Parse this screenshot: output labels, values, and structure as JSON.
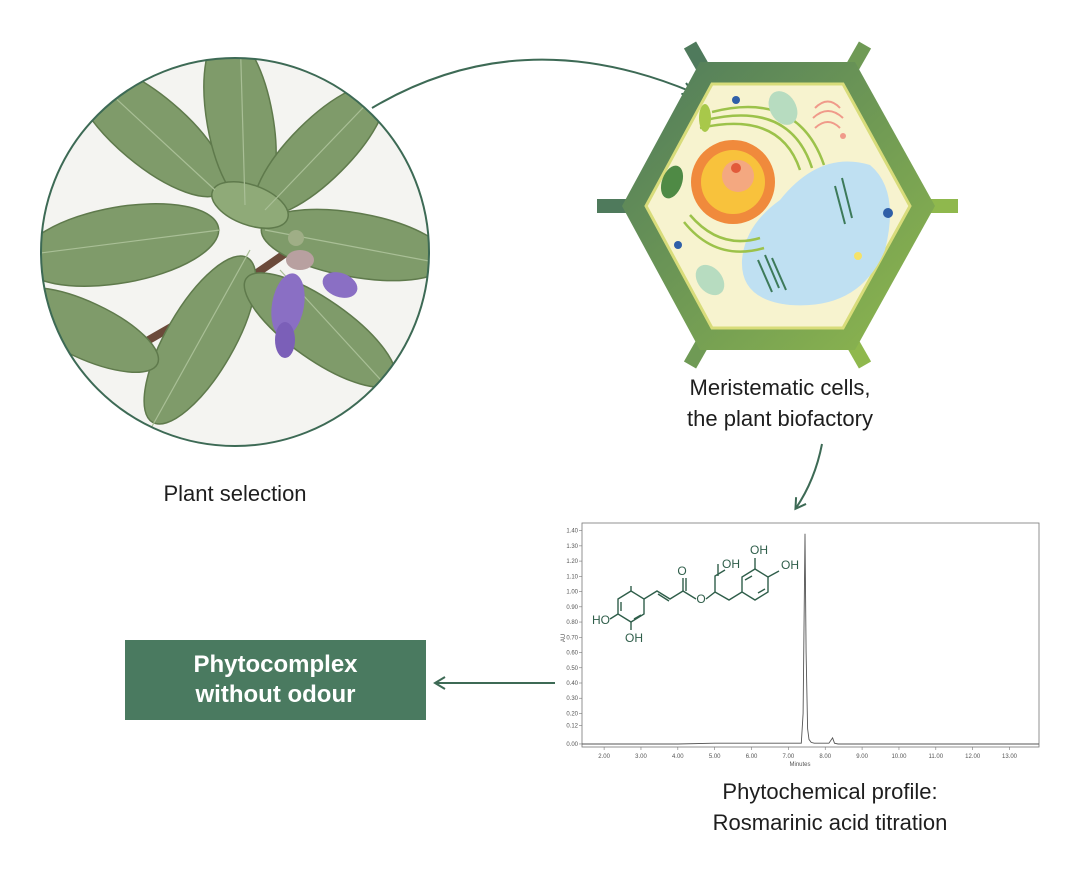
{
  "captions": {
    "plant": "Plant selection",
    "cells_line1": "Meristematic cells,",
    "cells_line2": "the plant biofactory",
    "profile_line1": "Phytochemical profile:",
    "profile_line2": "Rosmarinic acid titration"
  },
  "result": {
    "line1": "Phytocomplex",
    "line2": "without odour"
  },
  "colors": {
    "accent": "#4a7a60",
    "arrow": "#3d6a55",
    "leaf": "#7f9b6a",
    "flower": "#8a6fc4"
  },
  "chart_data": {
    "type": "line",
    "xlabel": "Minutes",
    "ylabel": "AU",
    "xlim": [
      1.4,
      13.8
    ],
    "ylim": [
      -0.02,
      1.45
    ],
    "xticks": [
      "2.00",
      "3.00",
      "4.00",
      "5.00",
      "6.00",
      "7.00",
      "8.00",
      "9.00",
      "10.00",
      "11.00",
      "12.00",
      "13.00"
    ],
    "yticks": [
      "0.00",
      "0.12",
      "0.20",
      "0.30",
      "0.40",
      "0.50",
      "0.60",
      "0.70",
      "0.80",
      "0.90",
      "1.00",
      "1.10",
      "1.20",
      "1.30",
      "1.40"
    ],
    "x": [
      1.4,
      4.0,
      5.0,
      7.35,
      7.4,
      7.45,
      7.48,
      7.52,
      7.56,
      7.62,
      7.7,
      8.1,
      8.2,
      8.25,
      8.35,
      10.0,
      13.0,
      13.8
    ],
    "y": [
      0.0,
      0.0,
      0.005,
      0.005,
      0.2,
      1.38,
      0.6,
      0.1,
      0.03,
      0.01,
      0.005,
      0.005,
      0.04,
      0.005,
      0.0,
      0.0,
      0.0,
      0.0
    ]
  },
  "molecule": {
    "labels": [
      "O",
      "OH",
      "O",
      "OH",
      "OH",
      "HO",
      "OH"
    ]
  }
}
